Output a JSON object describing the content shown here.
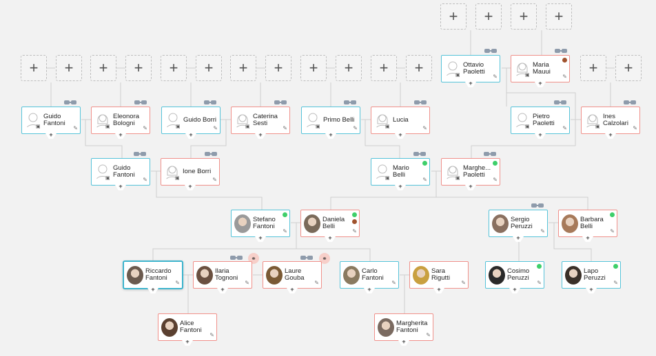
{
  "colors": {
    "male_border": "#55c3d9",
    "female_border": "#f0908a",
    "online": "#3ecf6a",
    "offline": "#a0522d",
    "connector": "#8e9bab"
  },
  "icons": {
    "add": "+",
    "edit": "pencil-icon",
    "camera": "camera-icon",
    "link": "link-icon",
    "ring": "ring-icon"
  },
  "people": {
    "guido_fantoni_1": {
      "first": "Guido",
      "last": "Fantoni"
    },
    "eleonora_bologni": {
      "first": "Eleonora",
      "last": "Bologni"
    },
    "guido_borri": {
      "first": "Guido Borri",
      "last": ""
    },
    "caterina_sesti": {
      "first": "Caterina",
      "last": "Sesti"
    },
    "primo_belli": {
      "first": "Primo Belli",
      "last": ""
    },
    "lucia": {
      "first": "Lucia",
      "last": ""
    },
    "ottavio_paoletti": {
      "first": "Ottavio",
      "last": "Paoletti"
    },
    "maria_mauui": {
      "first": "Maria",
      "last": "Mauui"
    },
    "pietro_paoletti": {
      "first": "Pietro",
      "last": "Paoletti"
    },
    "ines_calzolari": {
      "first": "Ines",
      "last": "Calzolari"
    },
    "guido_fantoni_2": {
      "first": "Guido",
      "last": "Fantoni"
    },
    "ione_borri": {
      "first": "Ione Borri",
      "last": ""
    },
    "mario_belli": {
      "first": "Mario",
      "last": "Belli"
    },
    "margherita_paoletti": {
      "first": "Marghe...",
      "last": "Paoletti"
    },
    "stefano_fantoni": {
      "first": "Stefano",
      "last": "Fantoni"
    },
    "daniela_belli": {
      "first": "Daniela",
      "last": "Belli"
    },
    "sergio_peruzzi": {
      "first": "Sergio",
      "last": "Peruzzi"
    },
    "barbara_belli": {
      "first": "Barbara",
      "last": "Belli"
    },
    "riccardo_fantoni": {
      "first": "Riccardo",
      "last": "Fantoni"
    },
    "ilaria_tognoni": {
      "first": "Ilaria",
      "last": "Tognoni"
    },
    "laure_gouba": {
      "first": "Laure",
      "last": "Gouba"
    },
    "carlo_fantoni": {
      "first": "Carlo",
      "last": "Fantoni"
    },
    "sara_rigutti": {
      "first": "Sara",
      "last": "Rigutti"
    },
    "cosimo_peruzzi": {
      "first": "Cosimo",
      "last": "Peruzzi"
    },
    "lapo_peruzzi": {
      "first": "Lapo",
      "last": "Peruzzi"
    },
    "alice_fantoni": {
      "first": "Alice",
      "last": "Fantoni"
    },
    "margherita_fantoni": {
      "first": "Margherita",
      "last": "Fantoni"
    }
  }
}
